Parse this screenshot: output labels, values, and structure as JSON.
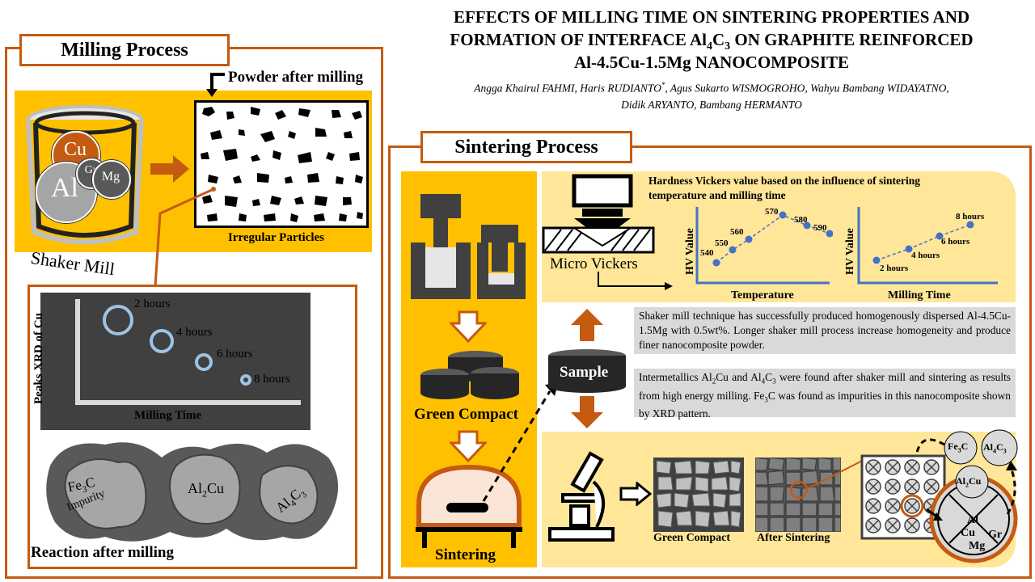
{
  "title": {
    "line1": "EFFECTS OF MILLING TIME ON SINTERING PROPERTIES AND",
    "line2_a": "FORMATION OF INTERFACE Al",
    "line2_sub1": "4",
    "line2_b": "C",
    "line2_sub2": "3",
    "line2_c": " ON GRAPHITE REINFORCED",
    "line3": "Al-4.5Cu-1.5Mg NANOCOMPOSITE"
  },
  "authors": {
    "line1_a": "Angga Khairul FAHMI, Haris RUDIANTO",
    "line1_sup": "*",
    "line1_b": ", Agus Sukarto WISMOGROHO, Wahyu Bambang WIDAYATNO,",
    "line2": "Didik ARYANTO, Bambang HERMANTO"
  },
  "milling": {
    "heading": "Milling Process",
    "powder_label": "Powder after milling",
    "irregular_label": "Irregular Particles",
    "shaker_label": "Shaker Mill",
    "balls": {
      "cu": "Cu",
      "al": "Al",
      "gr": "Gr",
      "mg": "Mg"
    },
    "xrd_chart": {
      "ylabel": "Peaks XRD of Cu",
      "xlabel": "Milling Time",
      "points": [
        "2 hours",
        "4 hours",
        "6 hours",
        "8 hours"
      ]
    },
    "reaction_label": "Reaction after milling",
    "particles": {
      "fe3c_a": "Fe",
      "fe3c_sub": "3",
      "fe3c_b": "C",
      "impurity": "Impurity",
      "al2cu_a": "Al",
      "al2cu_sub": "2",
      "al2cu_b": "Cu",
      "al4c3_a": "Al",
      "al4c3_sub1": "4",
      "al4c3_b": "C",
      "al4c3_sub2": "3"
    }
  },
  "sintering": {
    "heading": "Sintering Process",
    "green_compact": "Green Compact",
    "sintering_label": "Sintering",
    "sample_label": "Sample",
    "micro_vickers": "Micro Vickers",
    "hardness_title_1": "Hardness Vickers value based on the influence of sintering",
    "hardness_title_2": "temperature and milling time",
    "temp_chart": {
      "ylabel": "HV Value",
      "xlabel": "Temperature",
      "points": [
        "540",
        "550",
        "560",
        "570",
        "580",
        "590"
      ]
    },
    "time_chart": {
      "ylabel": "HV Value",
      "xlabel": "Milling Time",
      "points": [
        "2 hours",
        "4 hours",
        "6 hours",
        "8 hours"
      ]
    },
    "text1": "Shaker mill technique has successfully produced homogenously dispersed Al-4.5Cu-1.5Mg with 0.5wt%. Longer shaker mill process increase homogeneity and produce finer nanocomposite powder.",
    "text2_a": "Intermetallics Al",
    "text2_sub1": "2",
    "text2_b": "Cu and Al",
    "text2_sub2": "4",
    "text2_c": "C",
    "text2_sub3": "3",
    "text2_d": " were found after shaker mill and sintering as results from high energy milling. Fe",
    "text2_sub4": "3",
    "text2_e": "C was found as impurities in this nanocomposite shown by XRD pattern.",
    "green_compact_micro": "Green Compact",
    "after_sintering": "After Sintering",
    "circles": {
      "fe3c_a": "Fe",
      "fe3c_sub": "3",
      "fe3c_b": "C",
      "al4c3_a": "Al",
      "al4c3_sub1": "4",
      "al4c3_b": "C",
      "al4c3_sub2": "3",
      "al2cu_a": "Al",
      "al2cu_sub": "2",
      "al2cu_b": "Cu",
      "al": "Al",
      "cu": "Cu",
      "gr": "Gr",
      "mg": "Mg"
    }
  },
  "colors": {
    "orange": "#ffc000",
    "border": "#c55a11",
    "cream": "#ffe699",
    "arrow": "#c55a11",
    "blue": "#4472c4"
  }
}
